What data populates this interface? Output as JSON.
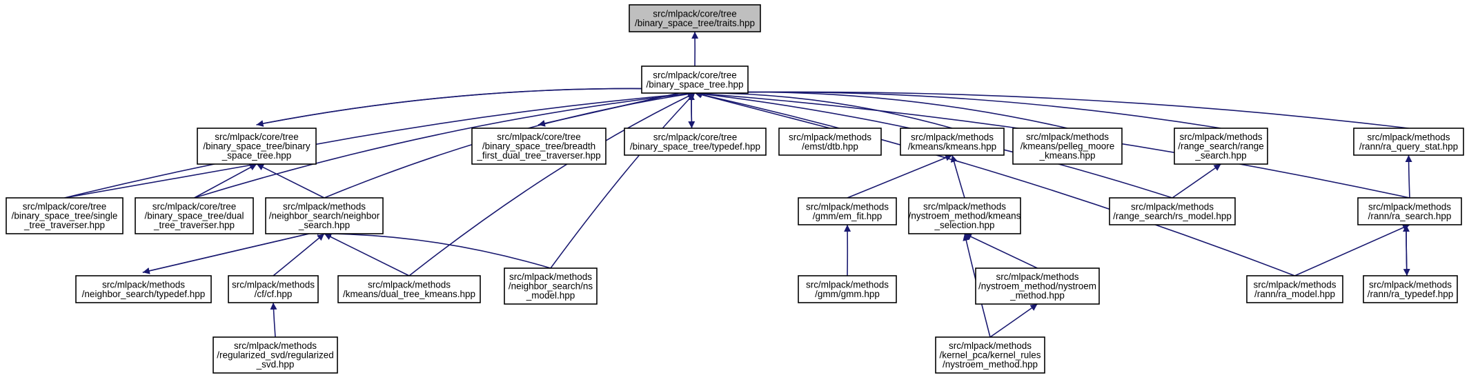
{
  "graph": {
    "edge_color": "#191970",
    "root_fill": "#bfbfbf",
    "node_fill": "#ffffff",
    "nodes": [
      {
        "id": "traits",
        "lines": [
          "src/mlpack/core/tree",
          "/binary_space_tree/traits.hpp"
        ],
        "root": true
      },
      {
        "id": "bst",
        "lines": [
          "src/mlpack/core/tree",
          "/binary_space_tree.hpp"
        ]
      },
      {
        "id": "bst_binary",
        "lines": [
          "src/mlpack/core/tree",
          "/binary_space_tree/binary",
          "_space_tree.hpp"
        ]
      },
      {
        "id": "breadth",
        "lines": [
          "src/mlpack/core/tree",
          "/binary_space_tree/breadth",
          "_first_dual_tree_traverser.hpp"
        ]
      },
      {
        "id": "typedef_bst",
        "lines": [
          "src/mlpack/core/tree",
          "/binary_space_tree/typedef.hpp"
        ]
      },
      {
        "id": "emst",
        "lines": [
          "src/mlpack/methods",
          "/emst/dtb.hpp"
        ]
      },
      {
        "id": "kmeans",
        "lines": [
          "src/mlpack/methods",
          "/kmeans/kmeans.hpp"
        ]
      },
      {
        "id": "pelleg",
        "lines": [
          "src/mlpack/methods",
          "/kmeans/pelleg_moore",
          "_kmeans.hpp"
        ]
      },
      {
        "id": "range",
        "lines": [
          "src/mlpack/methods",
          "/range_search/range",
          "_search.hpp"
        ]
      },
      {
        "id": "ra_query",
        "lines": [
          "src/mlpack/methods",
          "/rann/ra_query_stat.hpp"
        ]
      },
      {
        "id": "single",
        "lines": [
          "src/mlpack/core/tree",
          "/binary_space_tree/single",
          "_tree_traverser.hpp"
        ]
      },
      {
        "id": "dual",
        "lines": [
          "src/mlpack/core/tree",
          "/binary_space_tree/dual",
          "_tree_traverser.hpp"
        ]
      },
      {
        "id": "ns",
        "lines": [
          "src/mlpack/methods",
          "/neighbor_search/neighbor",
          "_search.hpp"
        ]
      },
      {
        "id": "emfit",
        "lines": [
          "src/mlpack/methods",
          "/gmm/em_fit.hpp"
        ]
      },
      {
        "id": "nystroem_sel",
        "lines": [
          "src/mlpack/methods",
          "/nystroem_method/kmeans",
          "_selection.hpp"
        ]
      },
      {
        "id": "rs_model",
        "lines": [
          "src/mlpack/methods",
          "/range_search/rs_model.hpp"
        ]
      },
      {
        "id": "ra_search",
        "lines": [
          "src/mlpack/methods",
          "/rann/ra_search.hpp"
        ]
      },
      {
        "id": "ns_typedef",
        "lines": [
          "src/mlpack/methods",
          "/neighbor_search/typedef.hpp"
        ]
      },
      {
        "id": "cf",
        "lines": [
          "src/mlpack/methods",
          "/cf/cf.hpp"
        ]
      },
      {
        "id": "dual_kmeans",
        "lines": [
          "src/mlpack/methods",
          "/kmeans/dual_tree_kmeans.hpp"
        ]
      },
      {
        "id": "ns_model",
        "lines": [
          "src/mlpack/methods",
          "/neighbor_search/ns",
          "_model.hpp"
        ]
      },
      {
        "id": "gmm",
        "lines": [
          "src/mlpack/methods",
          "/gmm/gmm.hpp"
        ]
      },
      {
        "id": "nystroem",
        "lines": [
          "src/mlpack/methods",
          "/nystroem_method/nystroem",
          "_method.hpp"
        ]
      },
      {
        "id": "ra_model",
        "lines": [
          "src/mlpack/methods",
          "/rann/ra_model.hpp"
        ]
      },
      {
        "id": "ra_typedef",
        "lines": [
          "src/mlpack/methods",
          "/rann/ra_typedef.hpp"
        ]
      },
      {
        "id": "svd",
        "lines": [
          "src/mlpack/methods",
          "/regularized_svd/regularized",
          "_svd.hpp"
        ]
      },
      {
        "id": "kernel_rules",
        "lines": [
          "src/mlpack/methods",
          "/kernel_pca/kernel_rules",
          "/nystroem_method.hpp"
        ]
      }
    ],
    "edges": [
      {
        "from": "bst",
        "to": "traits"
      },
      {
        "from": "bst_binary",
        "to": "bst"
      },
      {
        "from": "bst",
        "to": "bst_binary"
      },
      {
        "from": "breadth",
        "to": "bst"
      },
      {
        "from": "bst",
        "to": "breadth"
      },
      {
        "from": "typedef_bst",
        "to": "bst"
      },
      {
        "from": "bst",
        "to": "typedef_bst"
      },
      {
        "from": "emst",
        "to": "bst"
      },
      {
        "from": "kmeans",
        "to": "bst"
      },
      {
        "from": "pelleg",
        "to": "bst"
      },
      {
        "from": "range",
        "to": "bst"
      },
      {
        "from": "ra_query",
        "to": "bst"
      },
      {
        "from": "single",
        "to": "bst"
      },
      {
        "from": "dual",
        "to": "bst"
      },
      {
        "from": "ns",
        "to": "bst"
      },
      {
        "from": "dual_kmeans",
        "to": "bst"
      },
      {
        "from": "ns_model",
        "to": "bst"
      },
      {
        "from": "rs_model",
        "to": "bst"
      },
      {
        "from": "ra_search",
        "to": "bst"
      },
      {
        "from": "ra_model",
        "to": "bst"
      },
      {
        "from": "single",
        "to": "bst_binary"
      },
      {
        "from": "dual",
        "to": "bst_binary"
      },
      {
        "from": "ns",
        "to": "bst_binary"
      },
      {
        "from": "emfit",
        "to": "kmeans"
      },
      {
        "from": "nystroem_sel",
        "to": "kmeans"
      },
      {
        "from": "rs_model",
        "to": "range"
      },
      {
        "from": "ra_search",
        "to": "ra_query"
      },
      {
        "from": "ns_typedef",
        "to": "ns"
      },
      {
        "from": "ns",
        "to": "ns_typedef"
      },
      {
        "from": "cf",
        "to": "ns"
      },
      {
        "from": "dual_kmeans",
        "to": "ns"
      },
      {
        "from": "ns_model",
        "to": "ns"
      },
      {
        "from": "gmm",
        "to": "emfit"
      },
      {
        "from": "nystroem",
        "to": "nystroem_sel"
      },
      {
        "from": "kernel_rules",
        "to": "nystroem_sel"
      },
      {
        "from": "kernel_rules",
        "to": "nystroem"
      },
      {
        "from": "ra_model",
        "to": "ra_search"
      },
      {
        "from": "ra_typedef",
        "to": "ra_search"
      },
      {
        "from": "ra_search",
        "to": "ra_typedef"
      },
      {
        "from": "svd",
        "to": "cf"
      }
    ]
  }
}
